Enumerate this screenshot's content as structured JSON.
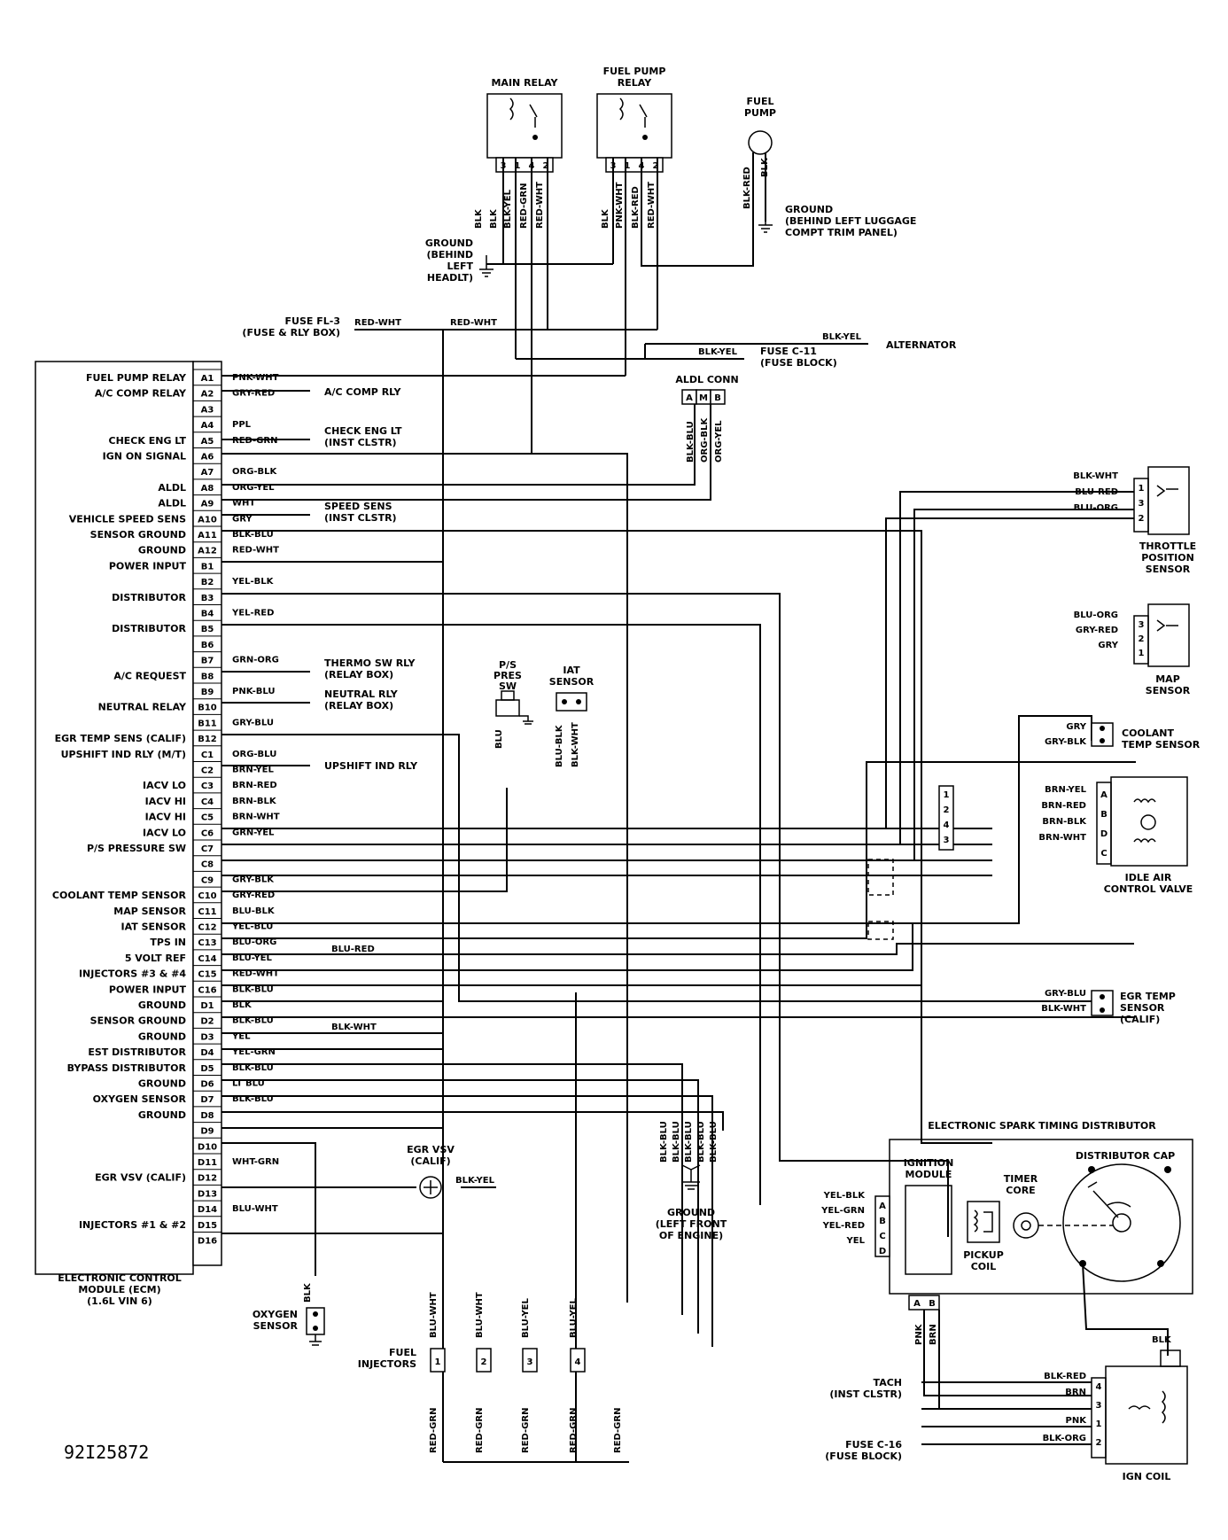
{
  "ecm": {
    "title1": "ELECTRONIC CONTROL",
    "title2": "MODULE (ECM)",
    "title3": "(1.6L VIN 6)",
    "pins": [
      {
        "pin": "A1",
        "label": "FUEL PUMP RELAY",
        "wire": "PNK-WHT"
      },
      {
        "pin": "A2",
        "label": "A/C COMP RELAY",
        "wire": "GRY-RED"
      },
      {
        "pin": "A3",
        "label": "",
        "wire": ""
      },
      {
        "pin": "A4",
        "label": "",
        "wire": "PPL"
      },
      {
        "pin": "A5",
        "label": "CHECK ENG LT",
        "wire": "RED-GRN"
      },
      {
        "pin": "A6",
        "label": "IGN ON SIGNAL",
        "wire": ""
      },
      {
        "pin": "A7",
        "label": "",
        "wire": "ORG-BLK"
      },
      {
        "pin": "A8",
        "label": "ALDL",
        "wire": "ORG-YEL"
      },
      {
        "pin": "A9",
        "label": "ALDL",
        "wire": "WHT"
      },
      {
        "pin": "A10",
        "label": "VEHICLE SPEED SENS",
        "wire": "GRY"
      },
      {
        "pin": "A11",
        "label": "SENSOR GROUND",
        "wire": "BLK-BLU"
      },
      {
        "pin": "A12",
        "label": "GROUND",
        "wire": "RED-WHT"
      },
      {
        "pin": "B1",
        "label": "POWER INPUT",
        "wire": ""
      },
      {
        "pin": "B2",
        "label": "",
        "wire": "YEL-BLK"
      },
      {
        "pin": "B3",
        "label": "DISTRIBUTOR",
        "wire": ""
      },
      {
        "pin": "B4",
        "label": "",
        "wire": "YEL-RED"
      },
      {
        "pin": "B5",
        "label": "DISTRIBUTOR",
        "wire": ""
      },
      {
        "pin": "B6",
        "label": "",
        "wire": ""
      },
      {
        "pin": "B7",
        "label": "",
        "wire": "GRN-ORG"
      },
      {
        "pin": "B8",
        "label": "A/C REQUEST",
        "wire": ""
      },
      {
        "pin": "B9",
        "label": "",
        "wire": "PNK-BLU"
      },
      {
        "pin": "B10",
        "label": "NEUTRAL RELAY",
        "wire": ""
      },
      {
        "pin": "B11",
        "label": "",
        "wire": "GRY-BLU"
      },
      {
        "pin": "B12",
        "label": "EGR TEMP SENS (CALIF)",
        "wire": ""
      },
      {
        "pin": "C1",
        "label": "UPSHIFT IND RLY (M/T)",
        "wire": "ORG-BLU"
      },
      {
        "pin": "C2",
        "label": "",
        "wire": "BRN-YEL"
      },
      {
        "pin": "C3",
        "label": "IACV LO",
        "wire": "BRN-RED"
      },
      {
        "pin": "C4",
        "label": "IACV HI",
        "wire": "BRN-BLK"
      },
      {
        "pin": "C5",
        "label": "IACV HI",
        "wire": "BRN-WHT"
      },
      {
        "pin": "C6",
        "label": "IACV LO",
        "wire": "GRN-YEL"
      },
      {
        "pin": "C7",
        "label": "P/S PRESSURE SW",
        "wire": ""
      },
      {
        "pin": "C8",
        "label": "",
        "wire": ""
      },
      {
        "pin": "C9",
        "label": "",
        "wire": "GRY-BLK"
      },
      {
        "pin": "C10",
        "label": "COOLANT TEMP SENSOR",
        "wire": "GRY-RED"
      },
      {
        "pin": "C11",
        "label": "MAP SENSOR",
        "wire": "BLU-BLK"
      },
      {
        "pin": "C12",
        "label": "IAT SENSOR",
        "wire": "YEL-BLU"
      },
      {
        "pin": "C13",
        "label": "TPS IN",
        "wire": "BLU-ORG"
      },
      {
        "pin": "C14",
        "label": "5 VOLT REF",
        "wire": "BLU-YEL"
      },
      {
        "pin": "C15",
        "label": "INJECTORS #3 & #4",
        "wire": "RED-WHT"
      },
      {
        "pin": "C16",
        "label": "POWER INPUT",
        "wire": "BLK-BLU"
      },
      {
        "pin": "D1",
        "label": "GROUND",
        "wire": "BLK"
      },
      {
        "pin": "D2",
        "label": "SENSOR GROUND",
        "wire": "BLK-BLU"
      },
      {
        "pin": "D3",
        "label": "GROUND",
        "wire": "YEL"
      },
      {
        "pin": "D4",
        "label": "EST DISTRIBUTOR",
        "wire": "YEL-GRN"
      },
      {
        "pin": "D5",
        "label": "BYPASS DISTRIBUTOR",
        "wire": "BLK-BLU"
      },
      {
        "pin": "D6",
        "label": "GROUND",
        "wire": "LT BLU"
      },
      {
        "pin": "D7",
        "label": "OXYGEN SENSOR",
        "wire": "BLK-BLU"
      },
      {
        "pin": "D8",
        "label": "GROUND",
        "wire": ""
      },
      {
        "pin": "D9",
        "label": "",
        "wire": ""
      },
      {
        "pin": "D10",
        "label": "",
        "wire": ""
      },
      {
        "pin": "D11",
        "label": "",
        "wire": "WHT-GRN"
      },
      {
        "pin": "D12",
        "label": "EGR VSV (CALIF)",
        "wire": ""
      },
      {
        "pin": "D13",
        "label": "",
        "wire": ""
      },
      {
        "pin": "D14",
        "label": "",
        "wire": "BLU-WHT"
      },
      {
        "pin": "D15",
        "label": "INJECTORS #1 & #2",
        "wire": ""
      },
      {
        "pin": "D16",
        "label": "",
        "wire": ""
      }
    ]
  },
  "dest": {
    "ac_comp_rly": "A/C COMP RLY",
    "check_eng_1": "CHECK ENG LT",
    "check_eng_2": "(INST CLSTR)",
    "speed_1": "SPEED SENS",
    "speed_2": "(INST CLSTR)",
    "thermo_1": "THERMO SW RLY",
    "thermo_2": "(RELAY BOX)",
    "neutral_1": "NEUTRAL RLY",
    "neutral_2": "(RELAY BOX)",
    "upshift": "UPSHIFT IND RLY"
  },
  "top": {
    "main_relay": "MAIN RELAY",
    "fuel_pump_relay_1": "FUEL PUMP",
    "fuel_pump_relay_2": "RELAY",
    "fuel_pump_1": "FUEL",
    "fuel_pump_2": "PUMP",
    "relay_pins": [
      "3",
      "1",
      "4",
      "2"
    ],
    "main_wires": [
      "BLK",
      "BLK",
      "BLK-YEL",
      "RED-GRN",
      "RED-WHT"
    ],
    "fp_wires": [
      "BLK",
      "PNK-WHT",
      "BLK-RED",
      "RED-WHT"
    ],
    "pump_wires": [
      "BLK-RED",
      "BLK"
    ],
    "gnd_left": [
      "GROUND",
      "(BEHIND",
      "LEFT",
      "HEADLT)"
    ],
    "gnd_right": [
      "GROUND",
      "(BEHIND LEFT LUGGAGE",
      "COMPT TRIM PANEL)"
    ],
    "fuse_fl3_1": "FUSE FL-3",
    "fuse_fl3_2": "(FUSE & RLY BOX)",
    "red_wht_a": "RED-WHT",
    "red_wht_b": "RED-WHT",
    "blk_yel_alt": "BLK-YEL",
    "alternator": "ALTERNATOR",
    "blk_yel_fuse": "BLK-YEL",
    "fuse_c11_1": "FUSE C-11",
    "fuse_c11_2": "(FUSE BLOCK)",
    "aldl_conn": "ALDL CONN",
    "aldl_pins": [
      "A",
      "M",
      "B"
    ],
    "aldl_wires": [
      "BLK-BLU",
      "ORG-BLK",
      "ORG-YEL"
    ]
  },
  "tps": {
    "title": [
      "THROTTLE",
      "POSITION",
      "SENSOR"
    ],
    "pins": [
      "1",
      "3",
      "2"
    ],
    "wires": [
      "BLK-WHT",
      "BLU-RED",
      "BLU-ORG"
    ]
  },
  "map": {
    "title": [
      "MAP",
      "SENSOR"
    ],
    "pins": [
      "3",
      "2",
      "1"
    ],
    "wires": [
      "BLU-ORG",
      "GRY-RED",
      "GRY"
    ]
  },
  "coolant": {
    "title": [
      "COOLANT",
      "TEMP SENSOR"
    ],
    "wires": [
      "GRY",
      "GRY-BLK"
    ]
  },
  "ps_sw": {
    "title": [
      "P/S",
      "PRES",
      "SW"
    ],
    "wire": "BLU"
  },
  "iat": {
    "title": [
      "IAT",
      "SENSOR"
    ],
    "wires": [
      "BLU-BLK",
      "BLK-WHT"
    ]
  },
  "blu_red_c12": "BLU-RED",
  "blk_wht_d2": "BLK-WHT",
  "iacv": {
    "title": [
      "IDLE AIR",
      "CONTROL VALVE"
    ],
    "conn_pins": [
      "1",
      "2",
      "4",
      "3"
    ],
    "valve_pins": [
      "A",
      "B",
      "D",
      "C"
    ],
    "wires": [
      "BRN-YEL",
      "BRN-RED",
      "BRN-BLK",
      "BRN-WHT"
    ]
  },
  "egr_temp": {
    "title": [
      "EGR TEMP",
      "SENSOR",
      "(CALIF)"
    ],
    "wires": [
      "GRY-BLU",
      "BLK-WHT"
    ]
  },
  "egr_vsv": {
    "title": [
      "EGR VSV",
      "(CALIF)"
    ],
    "wire": "BLK-YEL"
  },
  "ground_front": {
    "title": [
      "GROUND",
      "(LEFT FRONT",
      "OF ENGINE)"
    ],
    "wires": [
      "BLK-BLU",
      "BLK-BLU",
      "BLK-BLU",
      "BLK-BLU",
      "BLK-BLU"
    ]
  },
  "oxygen": {
    "title": [
      "OXYGEN",
      "SENSOR"
    ],
    "wire": "BLK"
  },
  "injectors": {
    "title": [
      "FUEL",
      "INJECTORS"
    ],
    "numbers": [
      "1",
      "2",
      "3",
      "4"
    ],
    "top_wires": [
      "BLU-WHT",
      "BLU-WHT",
      "BLU-YEL",
      "BLU-YEL"
    ],
    "bottom_wires": [
      "RED-GRN",
      "RED-GRN",
      "RED-GRN",
      "RED-GRN",
      "RED-GRN"
    ]
  },
  "est": {
    "title": "ELECTRONIC SPARK TIMING DISTRIBUTOR",
    "ign_module": [
      "IGNITION",
      "MODULE"
    ],
    "timer_core": [
      "TIMER",
      "CORE"
    ],
    "pickup_coil": [
      "PICKUP",
      "COIL"
    ],
    "distributor_cap": "DISTRIBUTOR CAP",
    "pins": [
      "A",
      "B",
      "C",
      "D"
    ],
    "wires": [
      "YEL-BLK",
      "YEL-GRN",
      "YEL-RED",
      "YEL"
    ],
    "bottom_pins": [
      "A",
      "B"
    ],
    "bottom_wires": [
      "PNK",
      "BRN"
    ],
    "blk": "BLK"
  },
  "ign_coil": {
    "title": "IGN COIL",
    "pins": [
      "4",
      "3",
      "1",
      "2"
    ],
    "wires": [
      "BLK-RED",
      "BRN",
      "PNK",
      "BLK-ORG"
    ],
    "tach": [
      "TACH",
      "(INST CLSTR)"
    ],
    "fuse": [
      "FUSE C-16",
      "(FUSE BLOCK)"
    ]
  },
  "figure_id": "92I25872"
}
